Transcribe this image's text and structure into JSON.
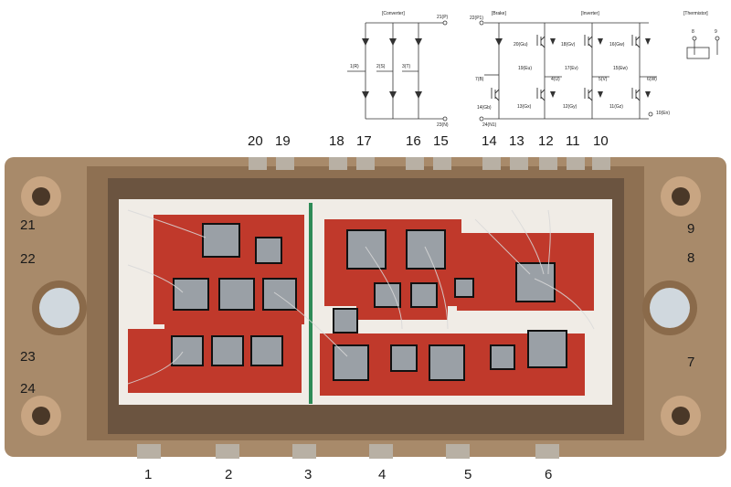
{
  "schematic": {
    "converter": {
      "title": "[Converter]",
      "labels": [
        "21(P)",
        "1(R)",
        "2(S)",
        "3(T)",
        "23(N)"
      ]
    },
    "brake": {
      "title": "[Brake]",
      "labels": [
        "22(P1)",
        "7(B)",
        "14(Gb)",
        "24(N1)"
      ]
    },
    "inverter": {
      "title": "[Inverter]",
      "labels": [
        "20(Gu)",
        "19(Eu)",
        "18(Gv)",
        "17(Ev)",
        "16(Gw)",
        "15(Ew)",
        "4(U)",
        "5(V)",
        "6(W)",
        "13(Gx)",
        "12(Gy)",
        "11(Gz)",
        "10(En)"
      ]
    },
    "thermistor": {
      "title": "[Thermistor]",
      "labels": [
        "8",
        "9"
      ]
    }
  },
  "pins": {
    "top": [
      "20",
      "19",
      "18",
      "17",
      "16",
      "15",
      "14",
      "13",
      "12",
      "11",
      "10"
    ],
    "bottom": [
      "1",
      "2",
      "3",
      "4",
      "5",
      "6"
    ],
    "left": [
      "21",
      "22",
      "23",
      "24"
    ],
    "right": [
      "9",
      "8",
      "7"
    ]
  },
  "colors": {
    "housing": "#a88a6a",
    "ceramic": "#f0ece6",
    "copper": "#c0392b",
    "die": "#9aa0a6"
  }
}
